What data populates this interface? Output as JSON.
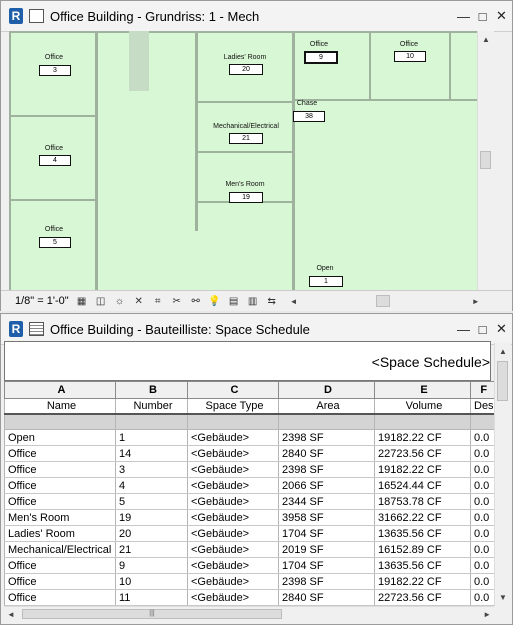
{
  "top_window": {
    "logo": "R",
    "title": "Office Building - Grundriss: 1 - Mech",
    "controls": {
      "min": "—",
      "max": "□",
      "close": "✕"
    }
  },
  "floor_plan": {
    "rooms": [
      {
        "name": "Office",
        "number": "3"
      },
      {
        "name": "Office",
        "number": "4"
      },
      {
        "name": "Office",
        "number": "5"
      },
      {
        "name": "Ladies' Room",
        "number": "20"
      },
      {
        "name": "Mechanical/Electrical",
        "number": "21"
      },
      {
        "name": "Men's Room",
        "number": "19"
      },
      {
        "name": "Office",
        "number": "9"
      },
      {
        "name": "Office",
        "number": "10"
      },
      {
        "name": "Chase",
        "number": "38"
      },
      {
        "name": "Open",
        "number": "1"
      }
    ]
  },
  "view_bar": {
    "scale": "1/8\" = 1'-0\"",
    "icons": [
      "detail-level-icon",
      "visual-style-icon",
      "sun-path-icon",
      "shadows-icon",
      "crop-view-icon",
      "show-crop-icon",
      "temporary-hide-icon",
      "reveal-hidden-icon",
      "lock-3d-icon",
      "analysis-icon",
      "highlight-icon",
      "constraints-icon"
    ]
  },
  "bottom_window": {
    "logo": "R",
    "title": "Office Building - Bauteilliste: Space Schedule",
    "controls": {
      "min": "—",
      "max": "□",
      "close": "✕"
    }
  },
  "schedule": {
    "title": "<Space Schedule>",
    "column_letters": [
      "A",
      "B",
      "C",
      "D",
      "E",
      "F"
    ],
    "column_names": [
      "Name",
      "Number",
      "Space Type",
      "Area",
      "Volume",
      "Des"
    ],
    "rows": [
      [
        "Open",
        "1",
        "<Gebäude>",
        "2398 SF",
        "19182.22 CF",
        "0.0"
      ],
      [
        "Office",
        "14",
        "<Gebäude>",
        "2840 SF",
        "22723.56 CF",
        "0.0"
      ],
      [
        "Office",
        "3",
        "<Gebäude>",
        "2398 SF",
        "19182.22 CF",
        "0.0"
      ],
      [
        "Office",
        "4",
        "<Gebäude>",
        "2066 SF",
        "16524.44 CF",
        "0.0"
      ],
      [
        "Office",
        "5",
        "<Gebäude>",
        "2344 SF",
        "18753.78 CF",
        "0.0"
      ],
      [
        "Men's Room",
        "19",
        "<Gebäude>",
        "3958 SF",
        "31662.22 CF",
        "0.0"
      ],
      [
        "Ladies' Room",
        "20",
        "<Gebäude>",
        "1704 SF",
        "13635.56 CF",
        "0.0"
      ],
      [
        "Mechanical/Electrical",
        "21",
        "<Gebäude>",
        "2019 SF",
        "16152.89 CF",
        "0.0"
      ],
      [
        "Office",
        "9",
        "<Gebäude>",
        "1704 SF",
        "13635.56 CF",
        "0.0"
      ],
      [
        "Office",
        "10",
        "<Gebäude>",
        "2398 SF",
        "19182.22 CF",
        "0.0"
      ],
      [
        "Office",
        "11",
        "<Gebäude>",
        "2840 SF",
        "22723.56 CF",
        "0.0"
      ]
    ]
  },
  "scroll_glyphs": {
    "up": "▲",
    "down": "▼",
    "left": "◄",
    "right": "►",
    "grip": "|||"
  }
}
